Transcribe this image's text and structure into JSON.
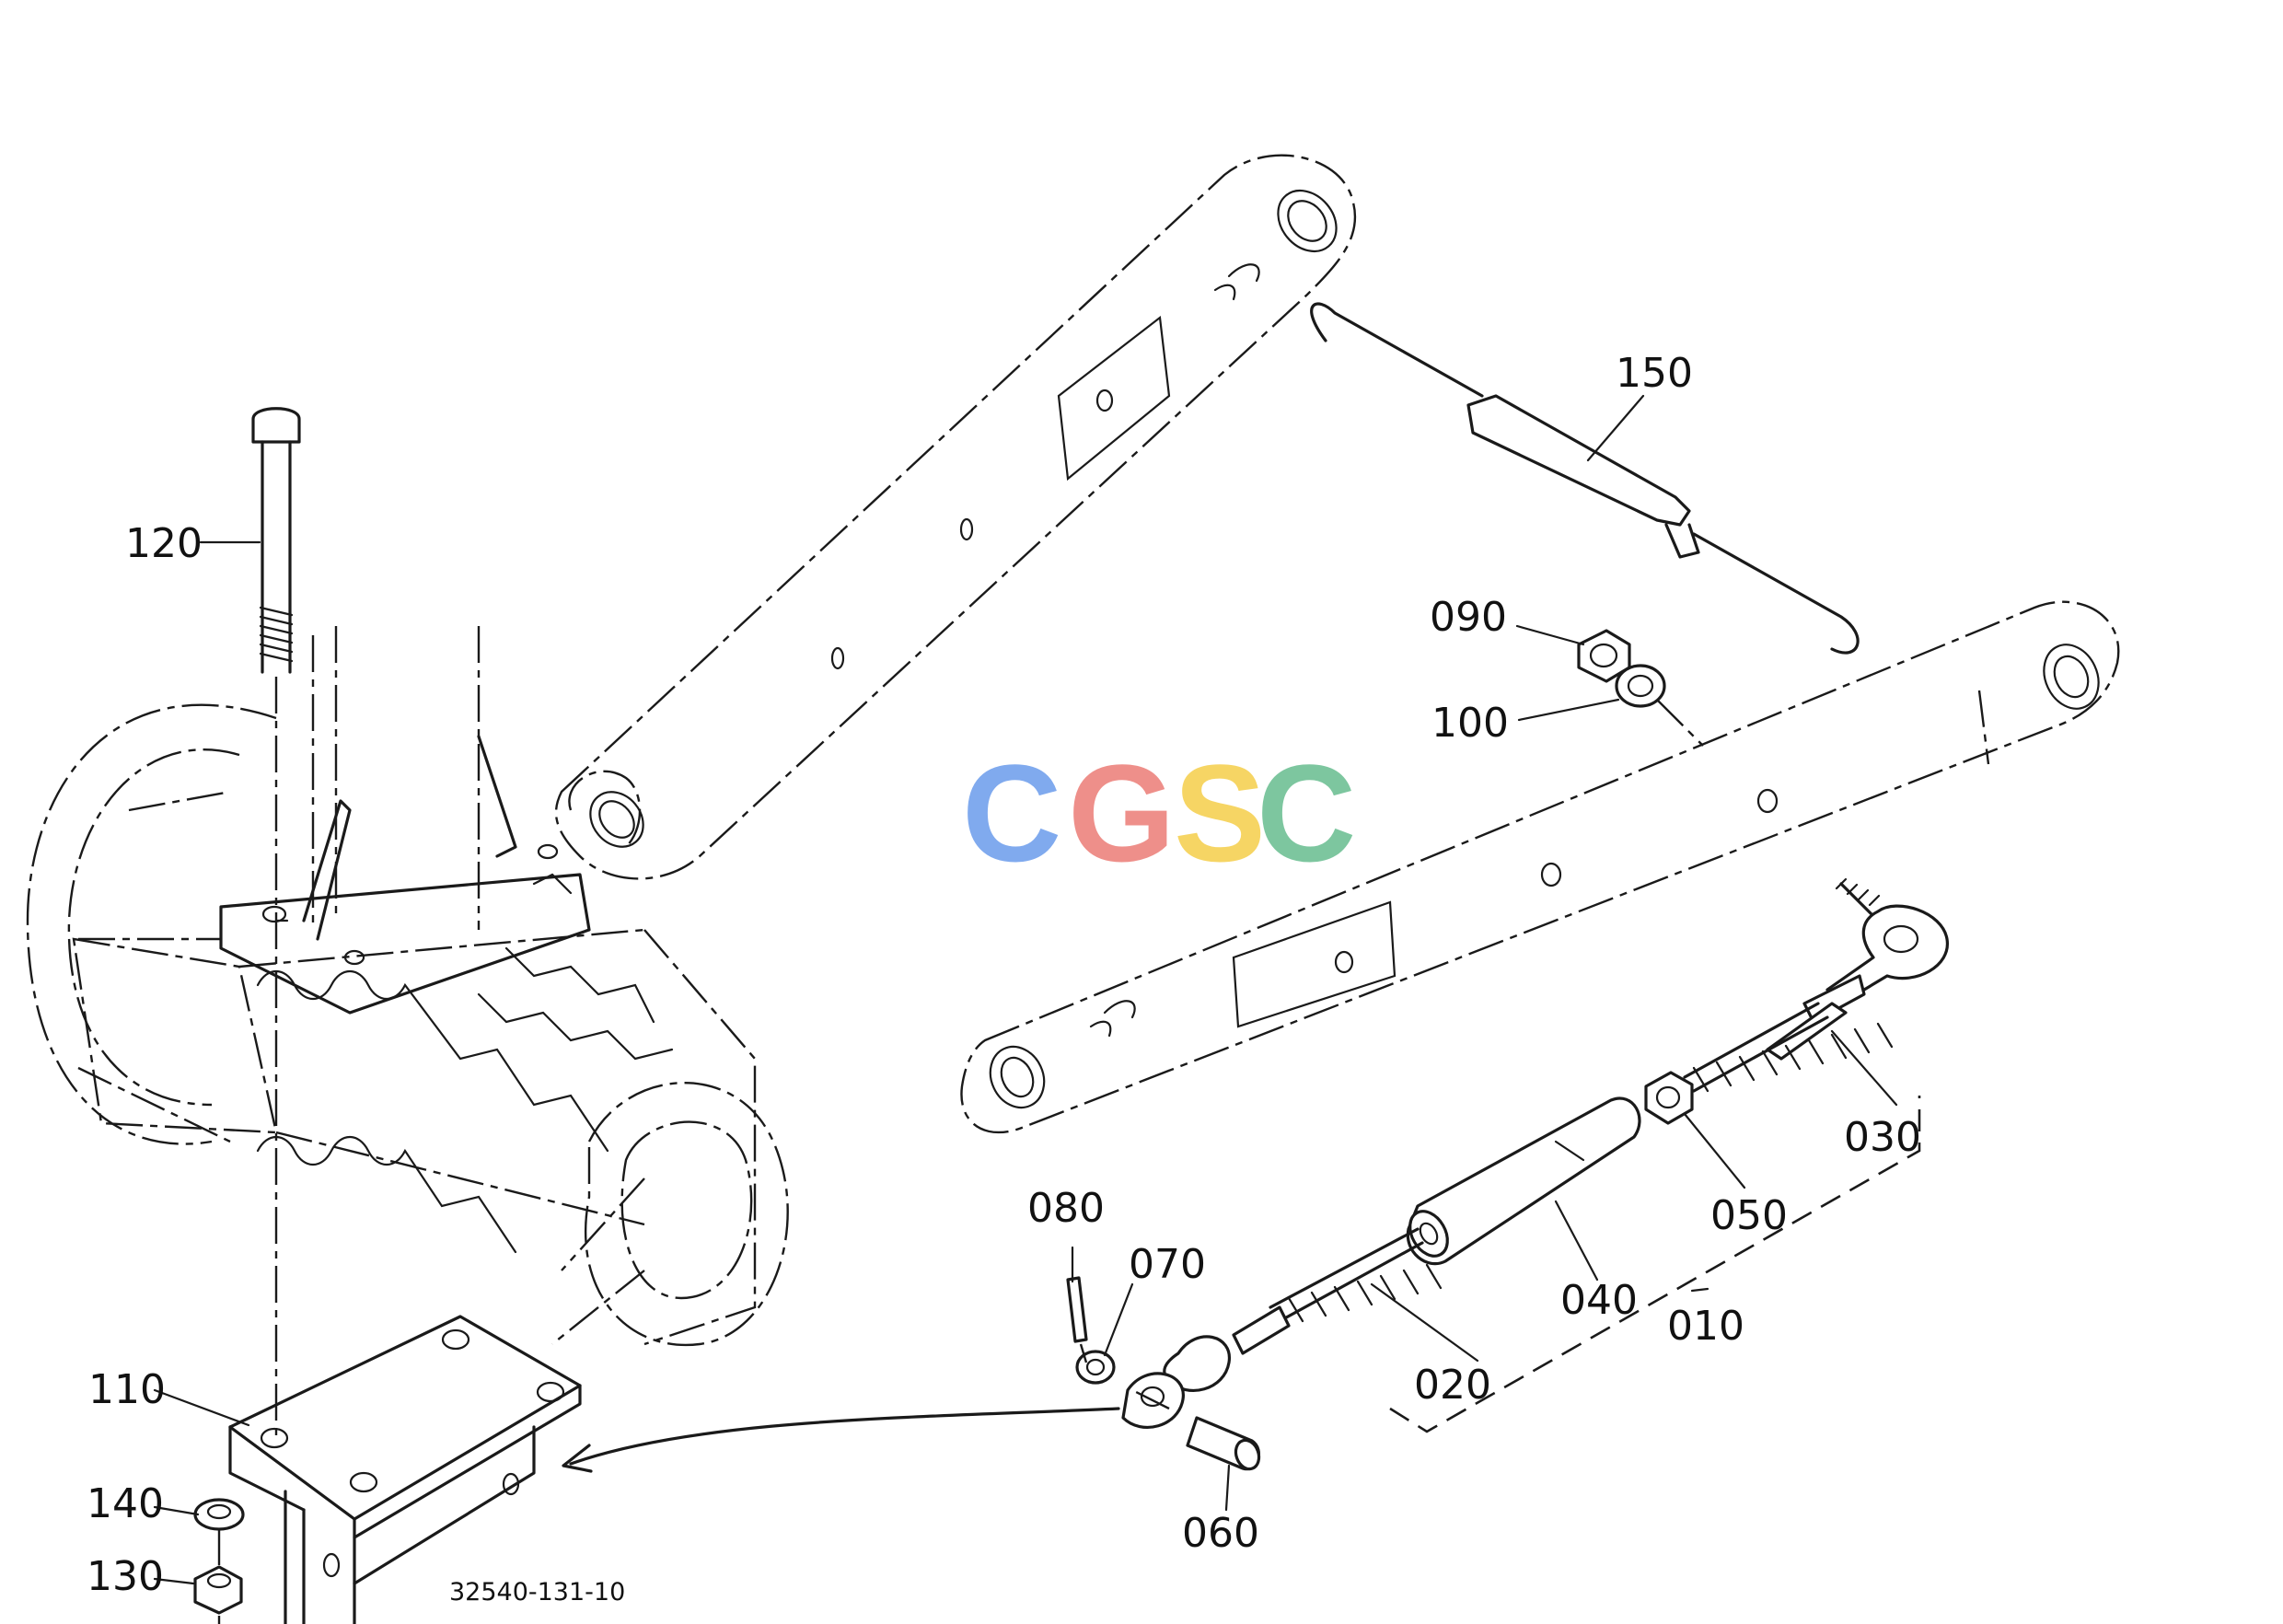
{
  "callouts": [
    {
      "id": "010",
      "label": "010"
    },
    {
      "id": "020",
      "label": "020"
    },
    {
      "id": "030",
      "label": "030"
    },
    {
      "id": "040",
      "label": "040"
    },
    {
      "id": "050",
      "label": "050"
    },
    {
      "id": "060",
      "label": "060"
    },
    {
      "id": "070",
      "label": "070"
    },
    {
      "id": "080",
      "label": "080"
    },
    {
      "id": "090",
      "label": "090"
    },
    {
      "id": "100",
      "label": "100"
    },
    {
      "id": "110",
      "label": "110"
    },
    {
      "id": "120",
      "label": "120"
    },
    {
      "id": "130",
      "label": "130"
    },
    {
      "id": "140",
      "label": "140"
    },
    {
      "id": "150",
      "label": "150"
    }
  ],
  "drawing_code": "32540-131-10",
  "watermark": {
    "letters": [
      "C",
      "G",
      "S",
      "C"
    ],
    "colors": [
      "#7aa6ee",
      "#ee8a84",
      "#f6d35c",
      "#77c49a"
    ]
  },
  "line_color": "#1a1a1a"
}
